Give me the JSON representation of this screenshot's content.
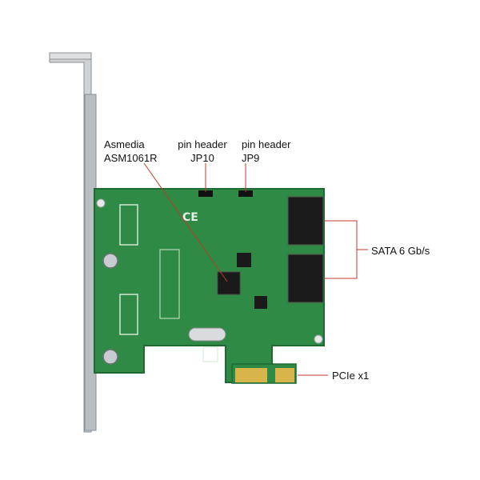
{
  "labels": {
    "asmedia": {
      "line1": "Asmedia",
      "line2": "ASM1061R"
    },
    "jp10": {
      "line1": "pin header",
      "line2": "JP10"
    },
    "jp9": {
      "line1": "pin header",
      "line2": "JP9"
    },
    "sata": "SATA 6 Gb/s",
    "pcie": "PCIe x1"
  },
  "board_markings": {
    "ce_mark": "CE"
  },
  "colors": {
    "pcb": "#2f8a45",
    "pcb_dark": "#1f6a33",
    "gold": "#d8b54a",
    "bracket": "#c9cdd1",
    "callout_line": "#c0392b",
    "text": "#111111"
  }
}
